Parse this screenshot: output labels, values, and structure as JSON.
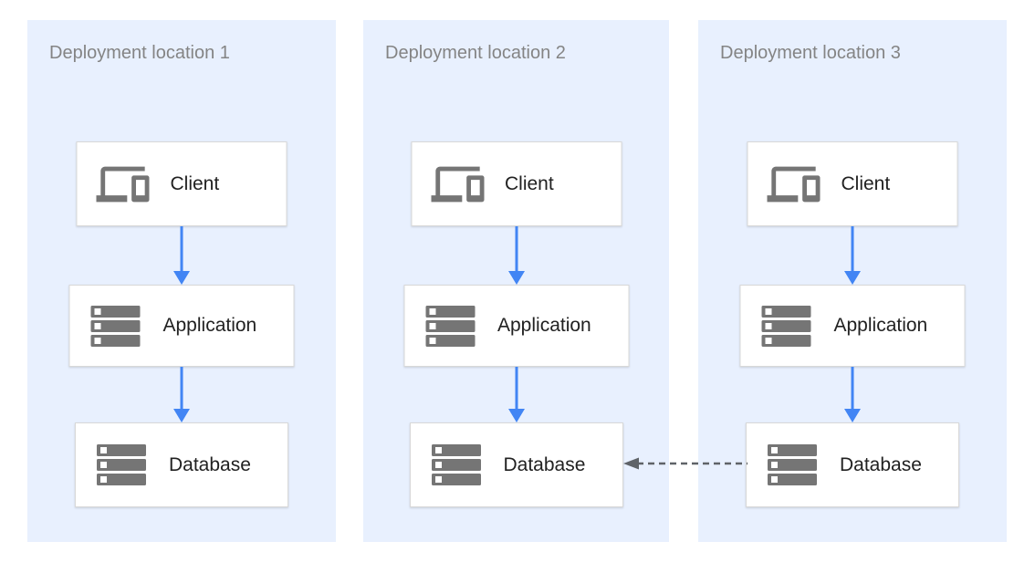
{
  "diagram": {
    "panels": [
      {
        "title": "Deployment location 1",
        "nodes": [
          {
            "label": "Client",
            "icon": "devices-icon"
          },
          {
            "label": "Application",
            "icon": "server-stack-icon"
          },
          {
            "label": "Database",
            "icon": "server-stack-icon"
          }
        ]
      },
      {
        "title": "Deployment location 2",
        "nodes": [
          {
            "label": "Client",
            "icon": "devices-icon"
          },
          {
            "label": "Application",
            "icon": "server-stack-icon"
          },
          {
            "label": "Database",
            "icon": "server-stack-icon"
          }
        ]
      },
      {
        "title": "Deployment location 3",
        "nodes": [
          {
            "label": "Client",
            "icon": "devices-icon"
          },
          {
            "label": "Application",
            "icon": "server-stack-icon"
          },
          {
            "label": "Database",
            "icon": "server-stack-icon"
          }
        ]
      }
    ],
    "edges": [
      {
        "from": "Client (location 1)",
        "to": "Application (location 1)",
        "style": "solid",
        "color": "#4285f4"
      },
      {
        "from": "Application (location 1)",
        "to": "Database (location 1)",
        "style": "solid",
        "color": "#4285f4"
      },
      {
        "from": "Client (location 2)",
        "to": "Application (location 2)",
        "style": "solid",
        "color": "#4285f4"
      },
      {
        "from": "Application (location 2)",
        "to": "Database (location 2)",
        "style": "solid",
        "color": "#4285f4"
      },
      {
        "from": "Client (location 3)",
        "to": "Application (location 3)",
        "style": "solid",
        "color": "#4285f4"
      },
      {
        "from": "Application (location 3)",
        "to": "Database (location 3)",
        "style": "solid",
        "color": "#4285f4"
      },
      {
        "from": "Database (location 3)",
        "to": "Database (location 2)",
        "style": "dashed",
        "color": "#5f6368"
      }
    ],
    "colors": {
      "panel_bg": "#e8f0fe",
      "box_bg": "#ffffff",
      "box_border": "#d8d8d8",
      "icon_gray": "#757575",
      "label_text": "#212121",
      "title_text": "#848484",
      "arrow_blue": "#4285f4",
      "arrow_gray": "#5f6368"
    }
  }
}
